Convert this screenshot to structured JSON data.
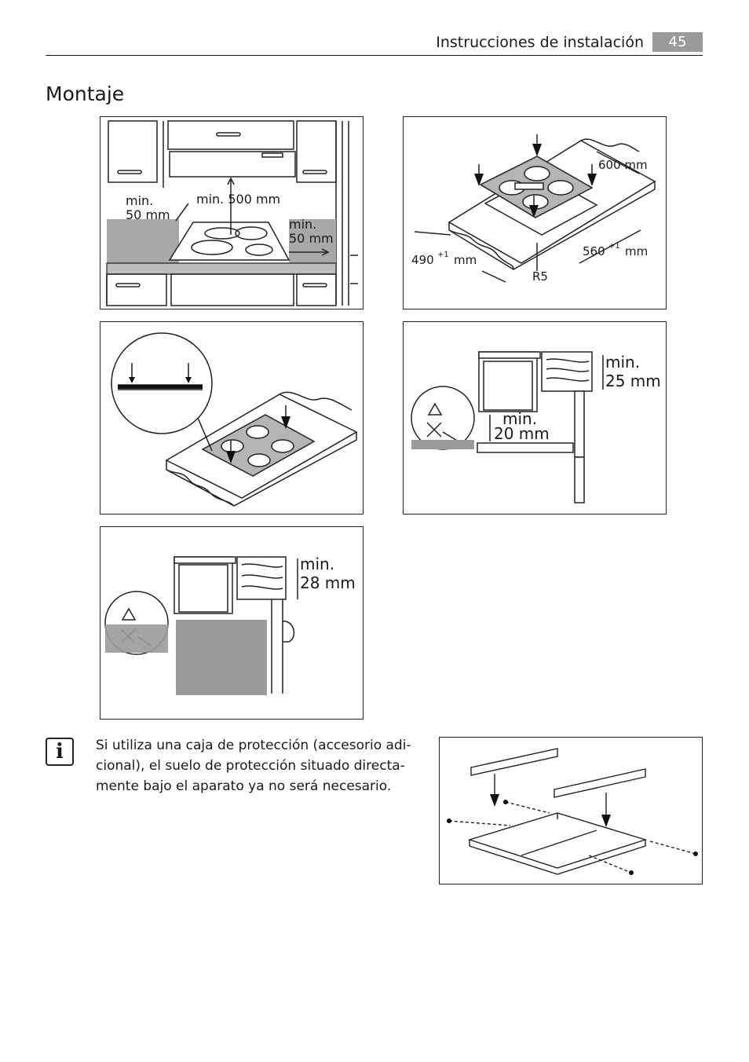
{
  "header": {
    "title": "Instrucciones de instalación",
    "page_number": "45"
  },
  "section": {
    "title": "Montaje"
  },
  "figures": {
    "fig1": {
      "min_50_left_1": "min.",
      "min_50_left_2": "50 mm",
      "min_500": "min. 500 mm",
      "min_50_right_1": "min.",
      "min_50_right_2": "50 mm"
    },
    "fig2": {
      "dim_600": "600 mm",
      "dim_490": "490",
      "dim_490_sup": "+1",
      "dim_490_unit": "mm",
      "dim_560": "560",
      "dim_560_sup": "+1",
      "dim_560_unit": "mm",
      "dim_r5": "R5"
    },
    "fig4": {
      "min_25_1": "min.",
      "min_25_2": "25 mm",
      "min_20_1": "min.",
      "min_20_2": "20 mm"
    },
    "fig5": {
      "min_28_1": "min.",
      "min_28_2": "28 mm"
    }
  },
  "note": {
    "line1": "Si utiliza una caja de protección (accesorio adi-",
    "line2": "cional), el suelo de protección situado directa-",
    "line3": "mente bajo el aparato ya no será necesario."
  }
}
